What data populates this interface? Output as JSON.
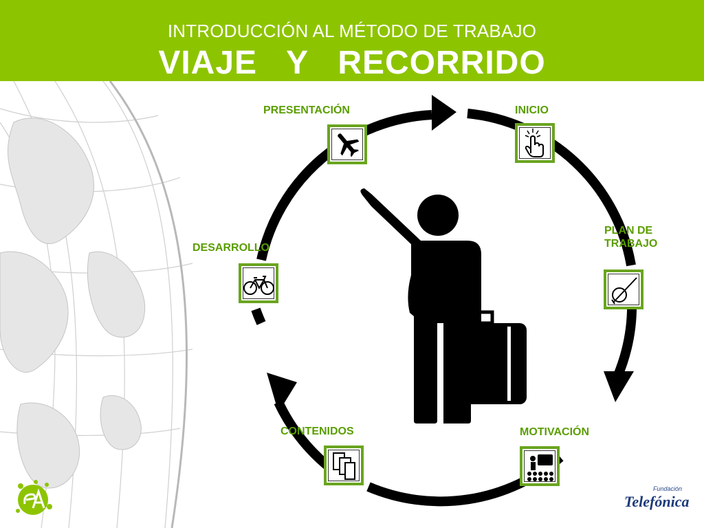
{
  "header": {
    "subtitle": "INTRODUCCIÓN AL MÉTODO DE TRABAJO",
    "title": "VIAJE   Y   RECORRIDO"
  },
  "colors": {
    "header_bg": "#8dc400",
    "label_green": "#5a9e00",
    "node_border": "#6aa520",
    "ring": "#000000"
  },
  "stages": [
    {
      "id": "presentacion",
      "label": "PRESENTACIÓN",
      "icon": "airplane-icon"
    },
    {
      "id": "inicio",
      "label": "INICIO",
      "icon": "touch-hand-icon"
    },
    {
      "id": "plan",
      "label": "PLAN DE\nTRABAJO",
      "icon": "pen-drawing-icon"
    },
    {
      "id": "motivacion",
      "label": "MOTIVACIÓN",
      "icon": "presentation-audience-icon"
    },
    {
      "id": "contenidos",
      "label": "CONTENIDOS",
      "icon": "documents-icon"
    },
    {
      "id": "desarrollo",
      "label": "DESARROLLO",
      "icon": "bicycle-icon"
    }
  ],
  "center_icon": "traveler-with-briefcase-icon",
  "brand": {
    "small": "Fundación",
    "name": "Telefónica"
  }
}
